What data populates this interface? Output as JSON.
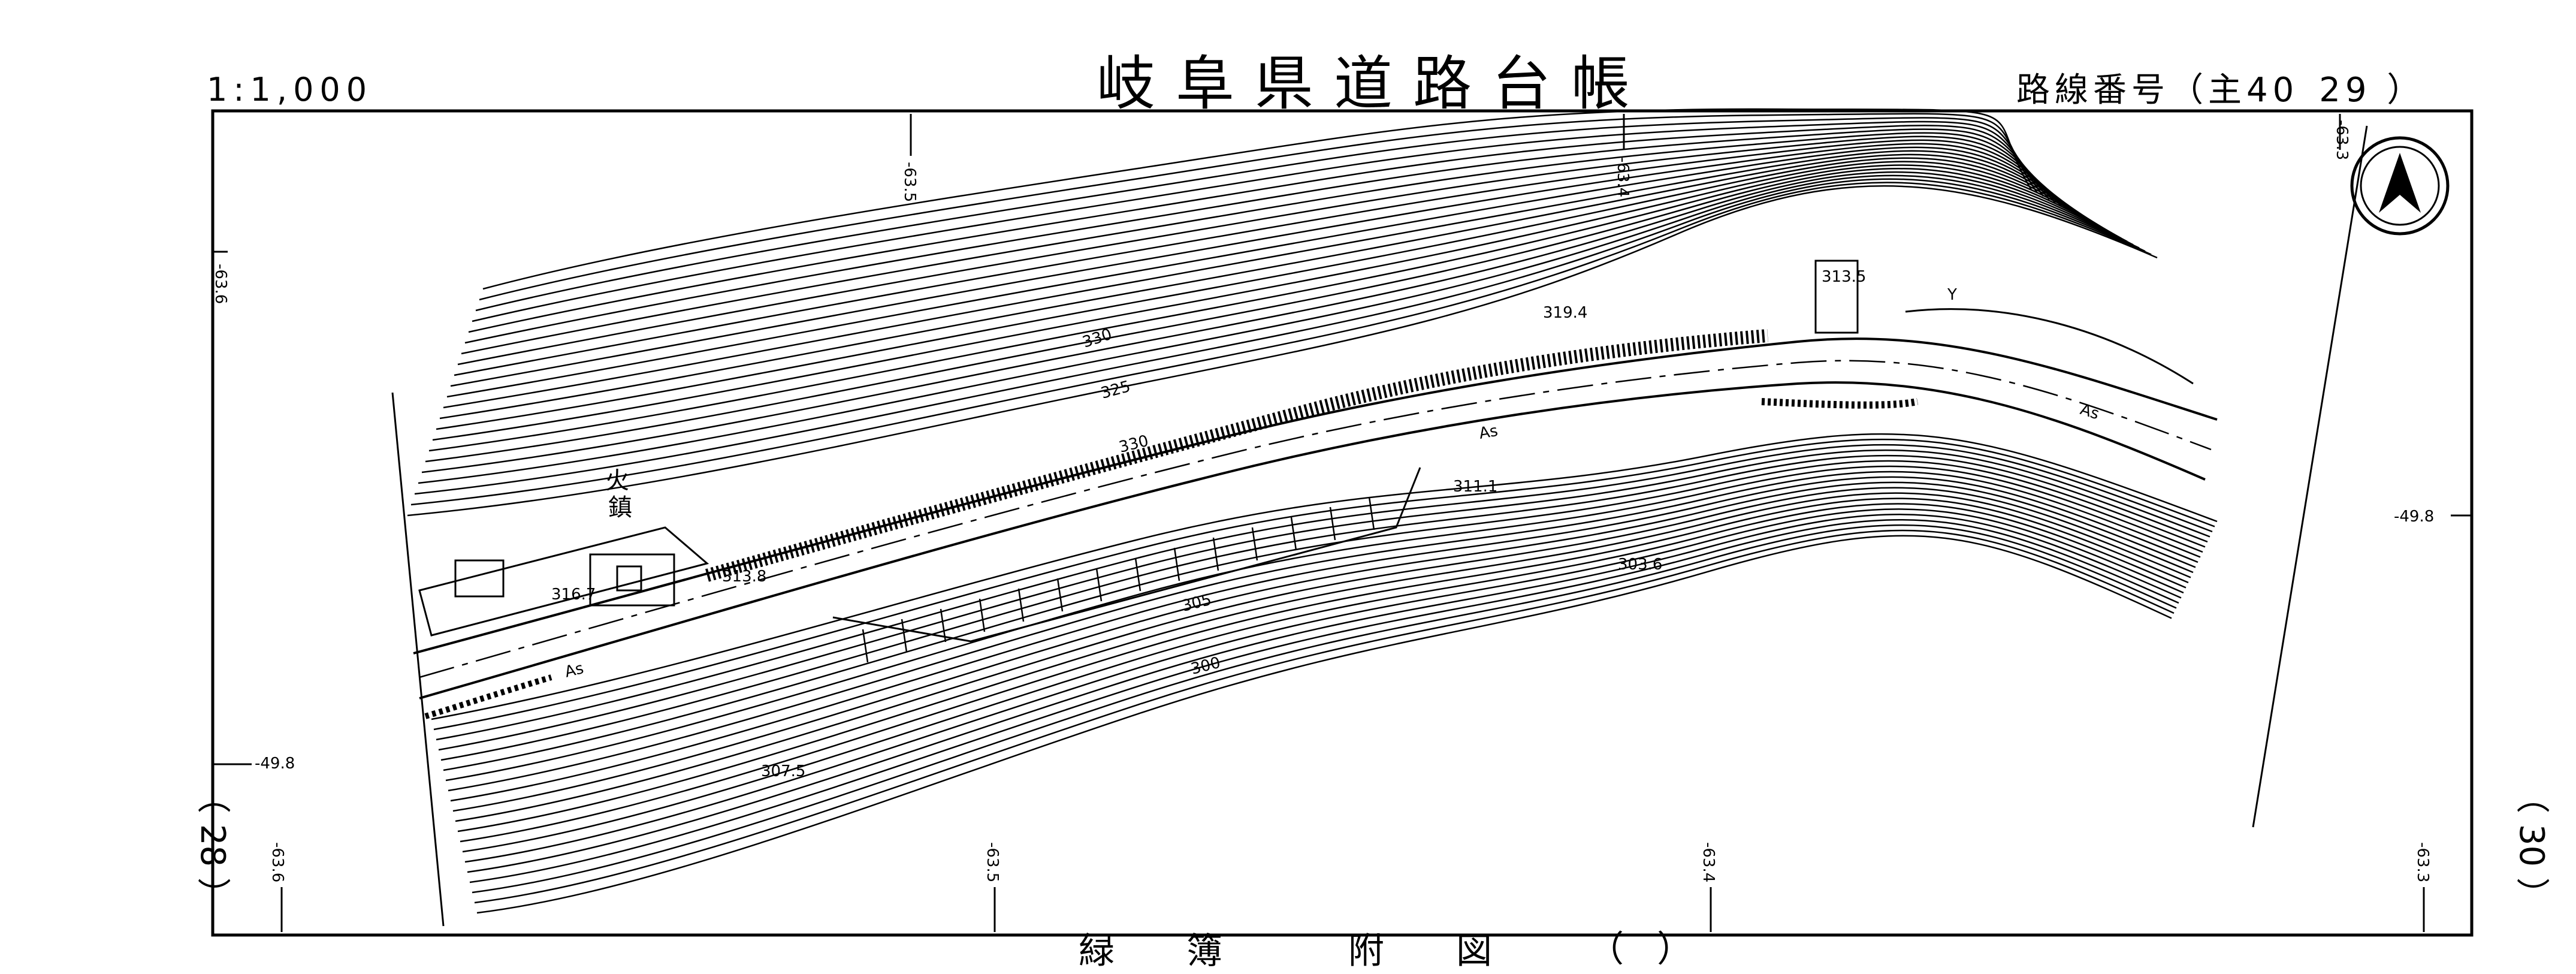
{
  "header": {
    "scale": "1:1,000",
    "title": "岐阜県道路台帳",
    "route_label": "路線番号（主40",
    "route_number": "29 ）"
  },
  "sheet": {
    "left": "（ 28 ）",
    "right": "（ 30 ）"
  },
  "bottom": {
    "title": "緑　簿　　附　図",
    "paren": "（ ）"
  },
  "north_icon": "north-arrow",
  "grid_labels": {
    "top_left": "-63.6",
    "top_mid1": "-63.5",
    "top_mid2": "-63.4",
    "top_right": "-63.3",
    "right_mid": "-49.8",
    "left_mid": "-49.8",
    "bottom_left": "-63.6",
    "bottom_mid1": "-63.5",
    "bottom_mid2": "-63.4",
    "bottom_right": "-63.3"
  },
  "elevations": {
    "e1": "319.4",
    "e2": "313.5",
    "e3": "311.1",
    "e4": "303.6",
    "e5": "313.8",
    "e6": "316.7",
    "e7": "307.5"
  },
  "contours": {
    "c330a": "330",
    "c325": "325",
    "c330b": "330",
    "c305": "305",
    "c300": "300"
  },
  "road_labels": {
    "as1": "As",
    "as2": "As",
    "as3": "As"
  },
  "kanji_labels": {
    "k1": "火",
    "k2": "鎮",
    "k3": "Y"
  }
}
